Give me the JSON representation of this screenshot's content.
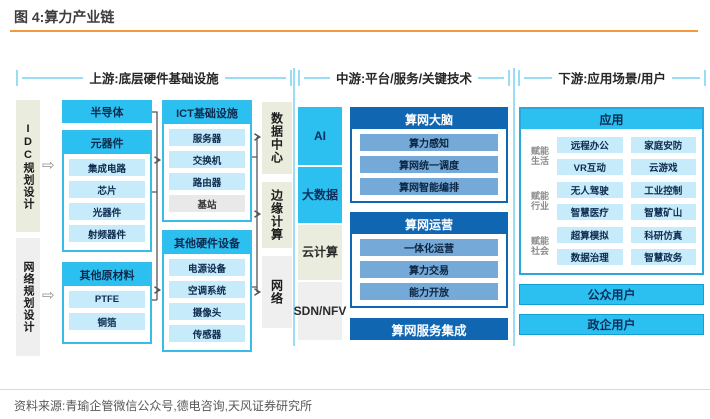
{
  "figure_title": "图 4:算力产业链",
  "source": "资料来源:青瑜企管微信公众号,德电咨询,天风证券研究所",
  "icons": {
    "flow_arrow": "⇨"
  },
  "colors": {
    "accent_orange": "#F59A3C",
    "cyan": "#2BC0EF",
    "light_blue_item": "#C6EBFA",
    "dark_blue": "#1166B2",
    "medium_blue_item": "#74A9D8",
    "pale_olive": "#EAEDDD",
    "light_gray": "#EFEFEF",
    "header_line_blue": "#9ADCF5"
  },
  "upstream": {
    "header": "上游:底层硬件基础设施",
    "side_bars": {
      "idc": "IDC规划设计",
      "network_planning": "网络规划设计"
    },
    "semiconductor": "半导体",
    "components": {
      "title": "元器件",
      "items": [
        "集成电路",
        "芯片",
        "光器件",
        "射频器件"
      ]
    },
    "raw_materials": {
      "title": "其他原材料",
      "items": [
        "PTFE",
        "铜箔"
      ]
    },
    "ict": {
      "title": "ICT基础设施",
      "items": [
        "服务器",
        "交换机",
        "路由器",
        "基站"
      ]
    },
    "other_hardware": {
      "title": "其他硬件设备",
      "items": [
        "电源设备",
        "空调系统",
        "摄像头",
        "传感器"
      ]
    },
    "outputs": [
      "数据中心",
      "边缘计算",
      "网络"
    ]
  },
  "midstream": {
    "header": "中游:平台/服务/关键技术",
    "tech_bars": [
      "AI",
      "大数据",
      "云计算",
      "SDN/NFV"
    ],
    "brain": {
      "title": "算网大脑",
      "items": [
        "算力感知",
        "算网统一调度",
        "算网智能编排"
      ]
    },
    "operation": {
      "title": "算网运营",
      "items": [
        "一体化运营",
        "算力交易",
        "能力开放"
      ]
    },
    "integration": "算网服务集成"
  },
  "downstream": {
    "header": "下游:应用场景/用户",
    "application": {
      "title": "应用",
      "groups": [
        {
          "label": "赋能生活",
          "items": [
            "远程办公",
            "家庭安防",
            "VR互动",
            "云游戏"
          ]
        },
        {
          "label": "赋能行业",
          "items": [
            "无人驾驶",
            "工业控制",
            "智慧医疗",
            "智慧矿山"
          ]
        },
        {
          "label": "赋能社会",
          "items": [
            "超算模拟",
            "科研仿真",
            "数据治理",
            "智慧政务"
          ]
        }
      ]
    },
    "users": [
      "公众用户",
      "政企用户"
    ]
  }
}
